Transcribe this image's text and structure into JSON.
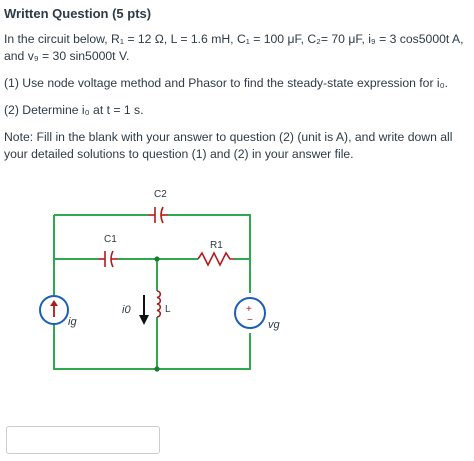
{
  "question": {
    "title": "Written Question (5 pts)",
    "intro_prefix": "In the circuit below, ",
    "intro_values": "R₁ = 12 Ω, L = 1.6 mH, C₁ = 100 μF, C₂= 70 μF, i₉ = 3 cos5000t A, and v₉ = 30 sin5000t V.",
    "part1": "(1) Use node voltage method and Phasor to find the steady-state expression for i₀.",
    "part2": "(2) Determine i₀ at t = 1 s.",
    "note": "Note: Fill in the blank with your answer to question (2) (unit is A), and write down all your detailed solutions to question (1) and (2) in your answer file."
  },
  "circuit": {
    "labels": {
      "c2": "C2",
      "c1": "C1",
      "r1": "R1",
      "l": "L",
      "ig": "ig",
      "vg": "vg",
      "i0": "i0"
    },
    "wire_color": "#2fa84f",
    "component_color": "#b01c1c",
    "source_color": "#1b5fb5"
  },
  "answer": {
    "value": ""
  }
}
